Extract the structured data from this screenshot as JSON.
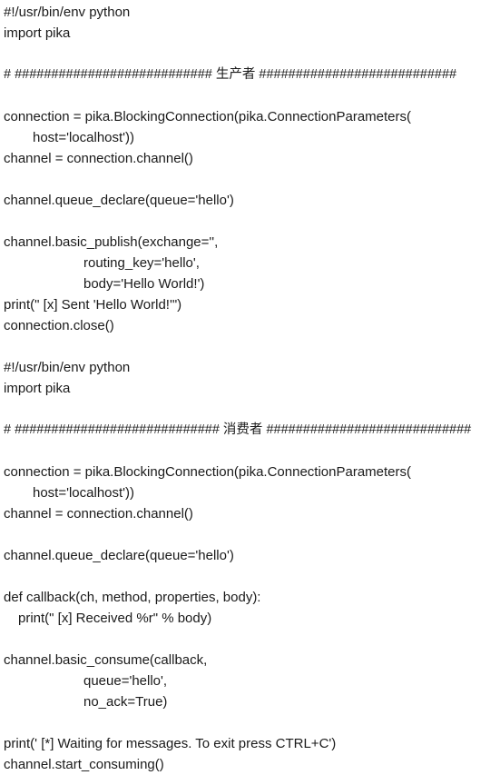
{
  "producer": {
    "shebang": "#!/usr/bin/env python",
    "import": "import pika",
    "header": "# ########################### 生产者 ###########################",
    "conn_line1": "connection = pika.BlockingConnection(pika.ConnectionParameters(",
    "conn_line2": "host='localhost'))",
    "channel": "channel = connection.channel()",
    "queue_declare": "channel.queue_declare(queue='hello')",
    "publish_line1": "channel.basic_publish(exchange='',",
    "publish_line2": "routing_key='hello',",
    "publish_line3": "body='Hello World!')",
    "print": "print(\" [x] Sent 'Hello World!'\")",
    "close": "connection.close()"
  },
  "consumer": {
    "shebang": "#!/usr/bin/env python",
    "import": "import pika",
    "header": "# ############################ 消费者 ############################",
    "conn_line1": "connection = pika.BlockingConnection(pika.ConnectionParameters(",
    "conn_line2": "host='localhost'))",
    "channel": "channel = connection.channel()",
    "queue_declare": "channel.queue_declare(queue='hello')",
    "def_callback": "def callback(ch, method, properties, body):",
    "callback_print": "print(\" [x] Received %r\" % body)",
    "consume_line1": "channel.basic_consume(callback,",
    "consume_line2": "queue='hello',",
    "consume_line3": "no_ack=True)",
    "wait_print": "print(' [*] Waiting for messages. To exit press CTRL+C')",
    "start": "channel.start_consuming()"
  }
}
